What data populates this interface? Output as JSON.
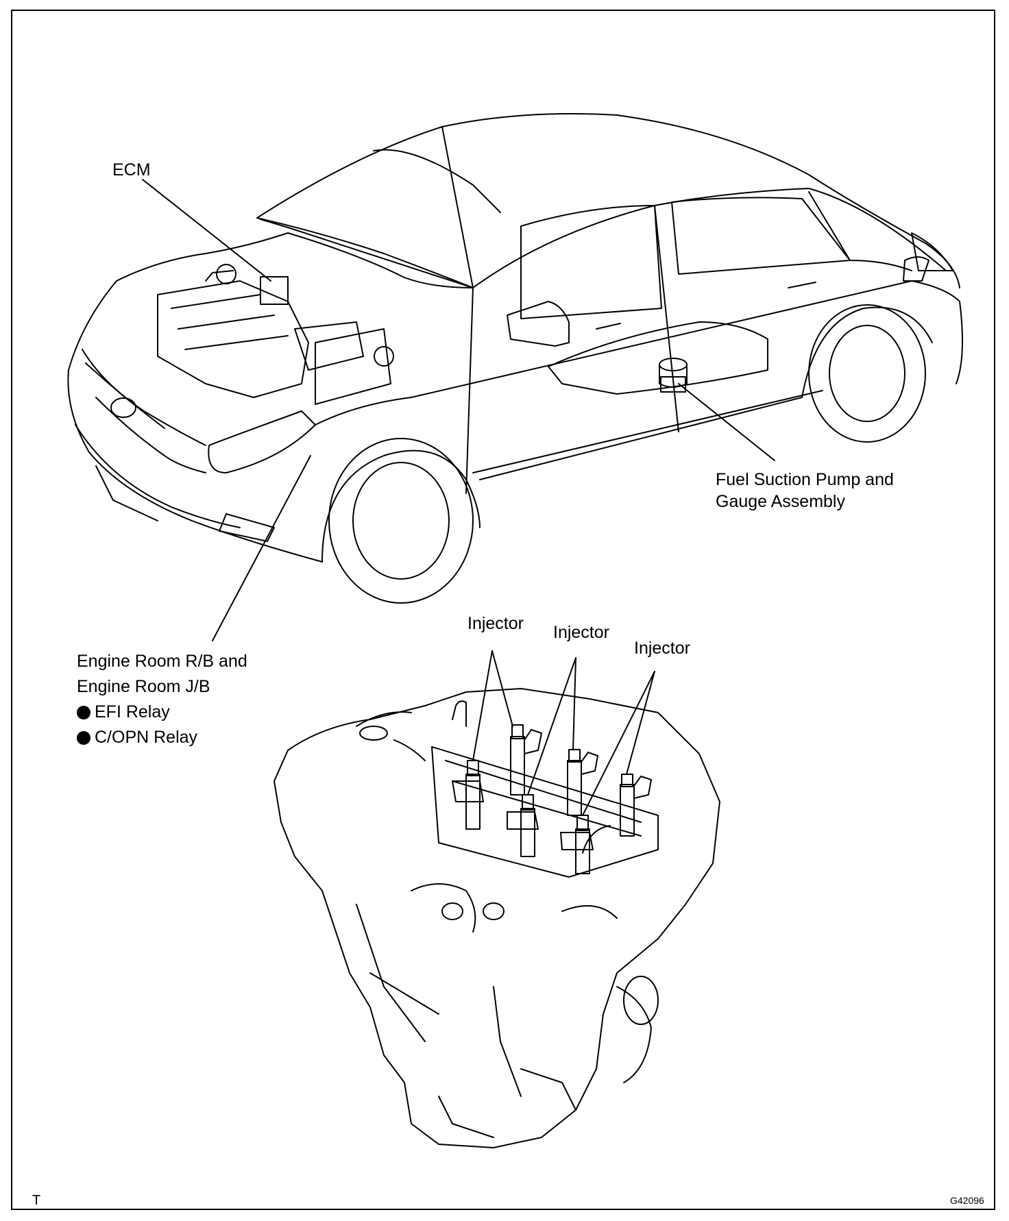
{
  "labels": {
    "ecm": "ECM",
    "fuel_pump_line1": "Fuel Suction Pump and",
    "fuel_pump_line2": "Gauge Assembly",
    "injector_1": "Injector",
    "injector_2": "Injector",
    "injector_3": "Injector",
    "engine_room_line1": "Engine Room R/B and",
    "engine_room_line2": "Engine Room J/B",
    "relay_efi": "EFI Relay",
    "relay_copn": "C/OPN Relay"
  },
  "corner": {
    "left": "T",
    "right": "G42096"
  }
}
